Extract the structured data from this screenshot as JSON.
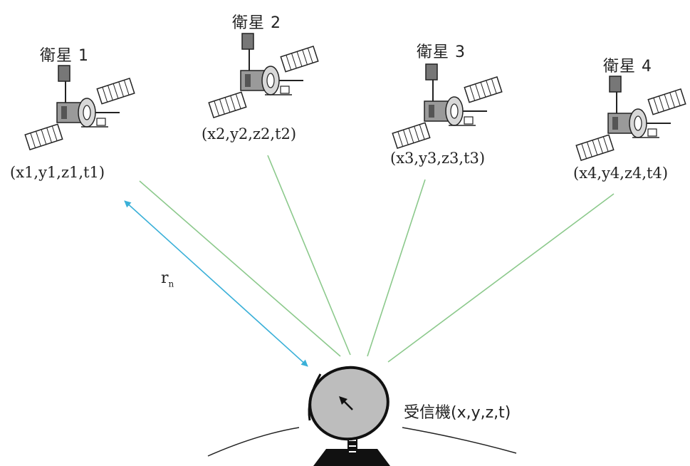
{
  "satellites": [
    {
      "name": "衛星 1",
      "coords": "(x1,y1,z1,t1)"
    },
    {
      "name": "衛星 2",
      "coords": "(x2,y2,z2,t2)"
    },
    {
      "name": "衛星 3",
      "coords": "(x3,y3,z3,t3)"
    },
    {
      "name": "衛星 4",
      "coords": "(x4,y4,z4,t4)"
    }
  ],
  "receiver": {
    "label": "受信機(x,y,z,t)"
  },
  "range": {
    "symbol": "r",
    "subscript": "n"
  },
  "colors": {
    "signal_line": "#8cc98c",
    "range_arrow": "#3ab0d8",
    "satellite_body": "#9a9a9a",
    "dish": "#bdbdbd"
  }
}
